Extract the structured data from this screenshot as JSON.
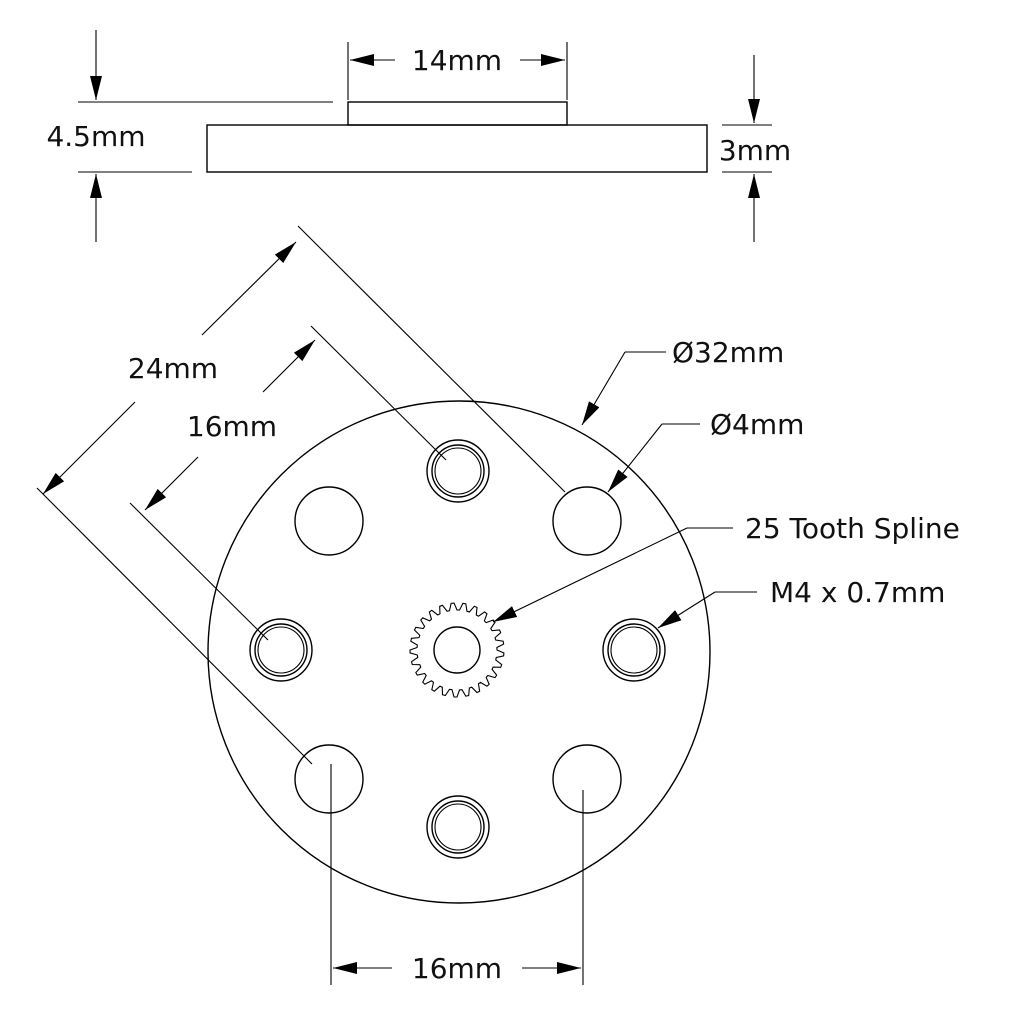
{
  "labels": {
    "width_14": "14mm",
    "height_total": "4.5mm",
    "height_plate": "3mm",
    "pitch_24": "24mm",
    "pitch_16_diag": "16mm",
    "diameter_32": "Ø32mm",
    "diameter_4": "Ø4mm",
    "spline": "25 Tooth Spline",
    "thread": "M4 x 0.7mm",
    "pitch_16_bottom": "16mm"
  }
}
